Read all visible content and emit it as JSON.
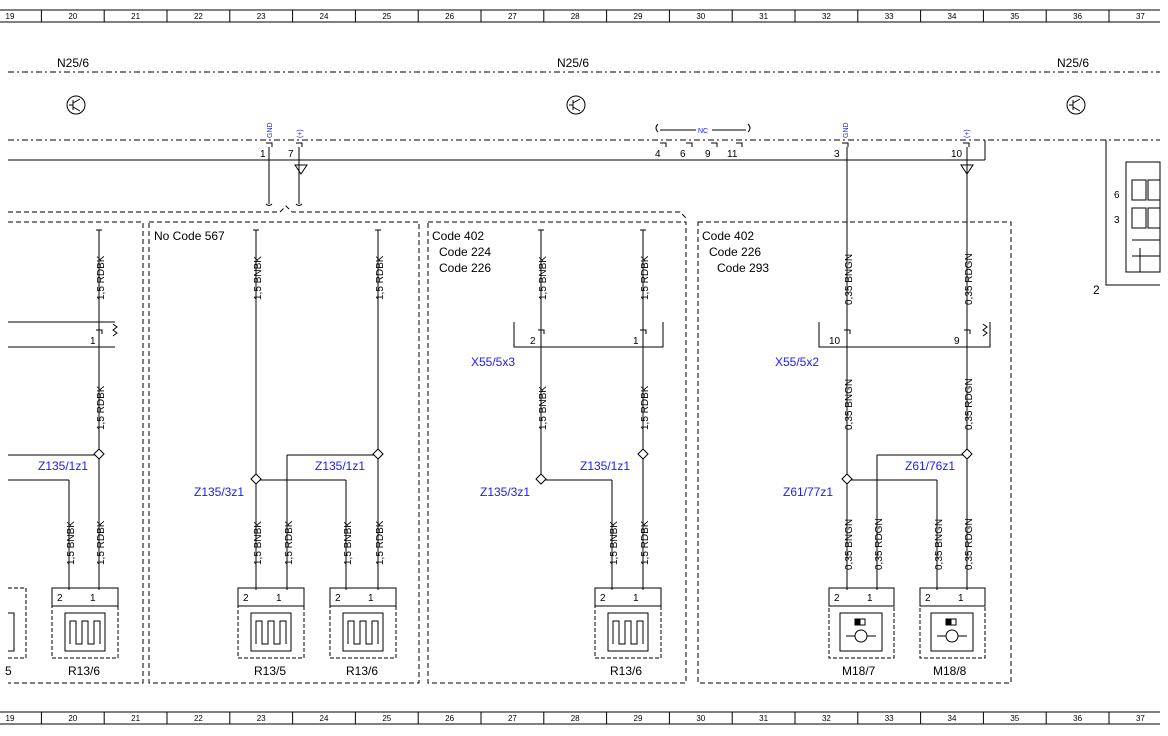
{
  "ruler": {
    "labels": [
      "19",
      "20",
      "21",
      "22",
      "23",
      "24",
      "25",
      "26",
      "27",
      "28",
      "29",
      "30",
      "31",
      "32",
      "33",
      "34",
      "35",
      "36",
      "37"
    ]
  },
  "module": {
    "name_left": "N25/6",
    "name_mid": "N25/6",
    "name_right": "N25/6",
    "pin_gnd": "GND",
    "pin_plus": "(+)",
    "pin_nc": "NC",
    "pins": [
      "1",
      "7",
      "4",
      "6",
      "9",
      "11",
      "3",
      "10"
    ],
    "side_pins": [
      "6",
      "3"
    ],
    "side_label": "2"
  },
  "groups": [
    {
      "label": ""
    },
    {
      "label": "No Code 567"
    },
    {
      "label": "Code 402\n Code 224\n Code 226"
    },
    {
      "label": "Code 402\n Code 226\n Code 293"
    }
  ],
  "group_labels": {
    "g2_l1": "No Code 567",
    "g3_l1": "Code 402",
    "g3_l2": "Code 224",
    "g3_l3": "Code 226",
    "g4_l1": "Code 402",
    "g4_l2": "Code 226",
    "g4_l3": "Code 293"
  },
  "wires": {
    "rdbk": "1,5 RDBK",
    "bnbk": "1,5 BNBK",
    "bngn": "0,35 BNGN",
    "rdgn": "0,35 RDGN"
  },
  "connectors": {
    "x55_5x3": "X55/5x3",
    "x55_5x2": "X55/5x2",
    "z135_1z1": "Z135/1z1",
    "z135_3z1": "Z135/3z1",
    "z61_76z1": "Z61/76z1",
    "z61_77z1": "Z61/77z1",
    "pin1": "1",
    "pin2": "2",
    "pin9": "9",
    "pin10": "10"
  },
  "components": {
    "r13_6": "R13/6",
    "r13_5": "R13/5",
    "m18_7": "M18/7",
    "m18_8": "M18/8",
    "trunc": "5"
  }
}
